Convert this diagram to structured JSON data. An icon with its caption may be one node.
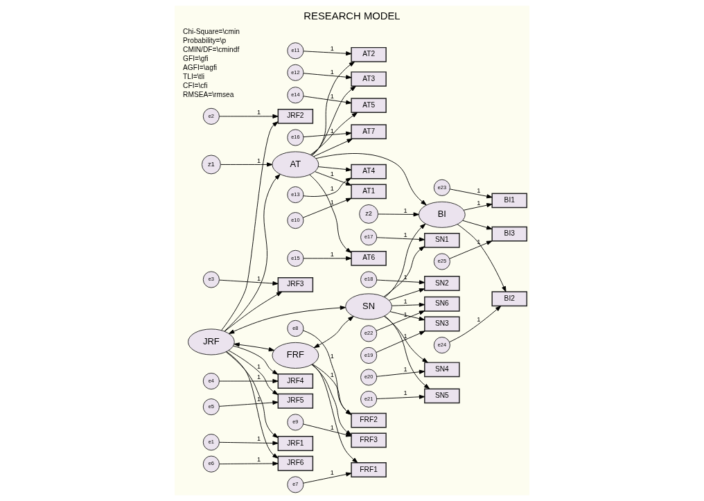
{
  "diagram": {
    "title": "RESEARCH MODEL",
    "nodes": [
      {
        "text": [
          "z1"
        ]
      },
      {
        "text": [
          "AT"
        ]
      },
      {
        "text": [
          "AT1"
        ]
      },
      {
        "text": [
          "AT2"
        ]
      },
      {
        "text": [
          "AT3"
        ]
      },
      {
        "text": [
          "AT4"
        ]
      },
      {
        "text": [
          "AT5"
        ]
      },
      {
        "text": [
          "AT6"
        ]
      },
      {
        "text": [
          "AT7"
        ]
      },
      {
        "text": [
          "e10"
        ]
      },
      {
        "text": [
          "e11"
        ]
      },
      {
        "text": [
          "e12"
        ]
      },
      {
        "text": [
          "e13"
        ]
      },
      {
        "text": [
          "e14"
        ]
      },
      {
        "text": [
          "e15"
        ]
      },
      {
        "text": [
          "e16"
        ]
      },
      {
        "text": [
          "e1"
        ]
      },
      {
        "text": [
          "e2"
        ]
      },
      {
        "text": [
          "e3"
        ]
      },
      {
        "text": [
          "e4"
        ]
      },
      {
        "text": [
          "e5"
        ]
      },
      {
        "text": [
          "e6"
        ]
      },
      {
        "text": [
          "JRF1"
        ]
      },
      {
        "text": [
          "JRF2"
        ]
      },
      {
        "text": [
          "JRF3"
        ]
      },
      {
        "text": [
          "JRF4"
        ]
      },
      {
        "text": [
          "JRF5"
        ]
      },
      {
        "text": [
          "JRF6"
        ]
      },
      {
        "text": [
          "JRF"
        ]
      },
      {
        "text": [
          "z2"
        ]
      },
      {
        "text": [
          "BI"
        ]
      },
      {
        "text": [
          "BI1"
        ]
      },
      {
        "text": [
          "BI2"
        ]
      },
      {
        "text": [
          "BI3"
        ]
      },
      {
        "text": [
          "e23"
        ]
      },
      {
        "text": [
          "e24"
        ]
      },
      {
        "text": [
          "e25"
        ]
      },
      {
        "text": [
          "e7"
        ]
      },
      {
        "text": [
          "e8"
        ]
      },
      {
        "text": [
          "e9"
        ]
      },
      {
        "text": [
          "FRF1"
        ]
      },
      {
        "text": [
          "FRF2"
        ]
      },
      {
        "text": [
          "FRF3"
        ]
      },
      {
        "text": [
          "FRF"
        ]
      },
      {
        "text": [
          "SN"
        ]
      },
      {
        "text": [
          "SN1"
        ]
      },
      {
        "text": [
          "SN2"
        ]
      },
      {
        "text": [
          "SN3"
        ]
      },
      {
        "text": [
          "SN4"
        ]
      },
      {
        "text": [
          "SN5"
        ]
      },
      {
        "text": [
          "SN6"
        ]
      },
      {
        "text": [
          "e17"
        ]
      },
      {
        "text": [
          "e18"
        ]
      },
      {
        "text": [
          "e19"
        ]
      },
      {
        "text": [
          "e20"
        ]
      },
      {
        "text": [
          "e21"
        ]
      },
      {
        "text": [
          "e22"
        ]
      }
    ],
    "edges": [
      {
        "from": 0,
        "to": 1,
        "arrow": "to",
        "label": "1"
      },
      {
        "from": 1,
        "to": 2,
        "arrow": "to",
        "label": "1"
      },
      {
        "from": 1,
        "to": 3,
        "arrow": "to"
      },
      {
        "from": 1,
        "to": 4,
        "arrow": "to"
      },
      {
        "from": 1,
        "to": 5,
        "arrow": "to"
      },
      {
        "from": 1,
        "to": 6,
        "arrow": "to"
      },
      {
        "from": 1,
        "to": 7,
        "arrow": "to"
      },
      {
        "from": 1,
        "to": 8,
        "arrow": "to"
      },
      {
        "from": 9,
        "to": 2,
        "arrow": "to",
        "label": "1"
      },
      {
        "from": 10,
        "to": 3,
        "arrow": "to",
        "label": "1"
      },
      {
        "from": 11,
        "to": 4,
        "arrow": "to",
        "label": "1"
      },
      {
        "from": 12,
        "to": 5,
        "arrow": "to",
        "label": "1"
      },
      {
        "from": 13,
        "to": 6,
        "arrow": "to",
        "label": "1"
      },
      {
        "from": 14,
        "to": 7,
        "arrow": "to",
        "label": "1"
      },
      {
        "from": 15,
        "to": 8,
        "arrow": "to",
        "label": "1"
      },
      {
        "from": 16,
        "to": 22,
        "arrow": "to",
        "label": "1"
      },
      {
        "from": 17,
        "to": 23,
        "arrow": "to",
        "label": "1"
      },
      {
        "from": 18,
        "to": 24,
        "arrow": "to",
        "label": "1"
      },
      {
        "from": 19,
        "to": 25,
        "arrow": "to",
        "label": "1"
      },
      {
        "from": 20,
        "to": 26,
        "arrow": "to",
        "label": "1"
      },
      {
        "from": 21,
        "to": 27,
        "arrow": "to",
        "label": "1"
      },
      {
        "from": 28,
        "to": 22,
        "arrow": "to"
      },
      {
        "from": 28,
        "to": 23,
        "arrow": "to"
      },
      {
        "from": 28,
        "to": 24,
        "arrow": "to"
      },
      {
        "from": 28,
        "to": 25,
        "arrow": "to"
      },
      {
        "from": 28,
        "to": 26,
        "arrow": "to",
        "label": "1"
      },
      {
        "from": 28,
        "to": 27,
        "arrow": "to"
      },
      {
        "from": 28,
        "to": 1,
        "arrow": "to"
      },
      {
        "from": 1,
        "to": 30,
        "arrow": "to"
      },
      {
        "from": 29,
        "to": 30,
        "arrow": "to",
        "label": "1"
      },
      {
        "from": 30,
        "to": 31,
        "arrow": "to",
        "label": "1"
      },
      {
        "from": 30,
        "to": 32,
        "arrow": "to"
      },
      {
        "from": 30,
        "to": 33,
        "arrow": "to"
      },
      {
        "from": 34,
        "to": 31,
        "arrow": "to",
        "label": "1"
      },
      {
        "from": 35,
        "to": 32,
        "arrow": "to",
        "label": "1"
      },
      {
        "from": 36,
        "to": 33,
        "arrow": "to",
        "label": "1"
      },
      {
        "from": 28,
        "to": 44,
        "arrow": "both"
      },
      {
        "from": 28,
        "to": 43,
        "arrow": "both"
      },
      {
        "from": 43,
        "to": 44,
        "arrow": "both"
      },
      {
        "from": 37,
        "to": 40,
        "arrow": "to",
        "label": "1"
      },
      {
        "from": 38,
        "to": 41,
        "arrow": "to",
        "label": "1"
      },
      {
        "from": 39,
        "to": 42,
        "arrow": "to",
        "label": "1"
      },
      {
        "from": 43,
        "to": 40,
        "arrow": "to"
      },
      {
        "from": 43,
        "to": 41,
        "arrow": "to",
        "label": "1"
      },
      {
        "from": 43,
        "to": 42,
        "arrow": "to"
      },
      {
        "from": 44,
        "to": 30,
        "arrow": "to"
      },
      {
        "from": 44,
        "to": 45,
        "arrow": "to"
      },
      {
        "from": 44,
        "to": 46,
        "arrow": "to"
      },
      {
        "from": 44,
        "to": 47,
        "arrow": "to"
      },
      {
        "from": 44,
        "to": 48,
        "arrow": "to"
      },
      {
        "from": 44,
        "to": 49,
        "arrow": "to"
      },
      {
        "from": 44,
        "to": 50,
        "arrow": "to",
        "label": "1"
      },
      {
        "from": 51,
        "to": 45,
        "arrow": "to",
        "label": "1"
      },
      {
        "from": 52,
        "to": 46,
        "arrow": "to",
        "label": "1"
      },
      {
        "from": 53,
        "to": 47,
        "arrow": "to",
        "label": "1"
      },
      {
        "from": 54,
        "to": 48,
        "arrow": "to",
        "label": "1"
      },
      {
        "from": 55,
        "to": 49,
        "arrow": "to",
        "label": "1"
      },
      {
        "from": 56,
        "to": 50,
        "arrow": "to",
        "label": "1"
      }
    ],
    "labels": [
      "Chi-Square=\\cmin",
      "Probability=\\p",
      "CMIN/DF=\\cmindf",
      "GFI=\\gfi",
      "AGFI=\\agfi",
      "TLI=\\tli",
      "CFI=\\cfi",
      "RMSEA=\\rmsea"
    ]
  }
}
